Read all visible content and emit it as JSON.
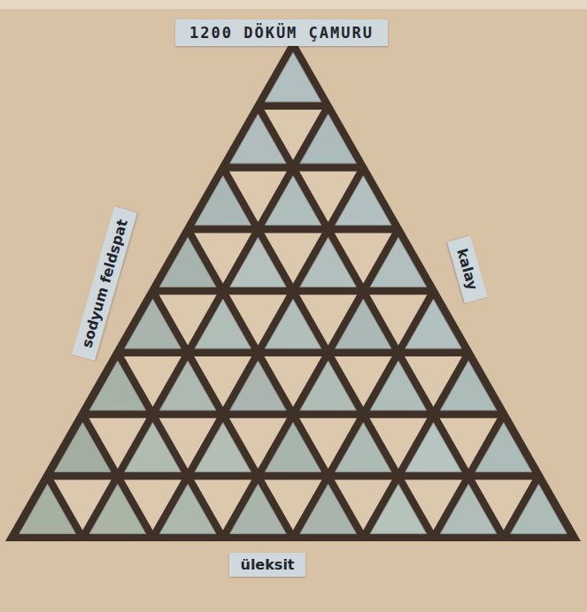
{
  "diagram": {
    "title": "1200 DÖKÜM ÇAMURU",
    "labels": [
      "sodyum feldspat",
      "kalay",
      "üleksit"
    ]
  }
}
